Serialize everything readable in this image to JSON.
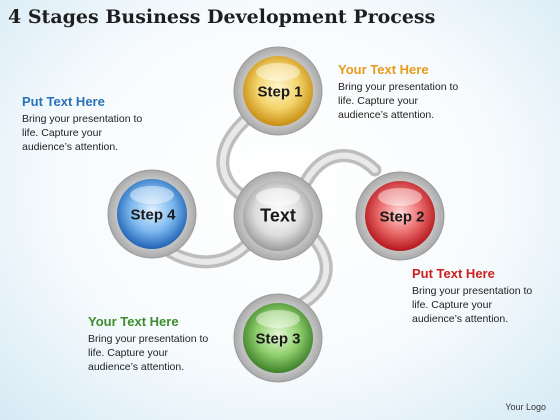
{
  "title": "4 Stages Business Development  Process",
  "center": {
    "label": "Text"
  },
  "steps": [
    {
      "label": "Step 1"
    },
    {
      "label": "Step 2"
    },
    {
      "label": "Step 3"
    },
    {
      "label": "Step 4"
    }
  ],
  "notes": [
    {
      "title": "Your Text Here",
      "body": "Bring your presentation to life. Capture your audience’s attention.",
      "color": "#e79b1a"
    },
    {
      "title": "Put Text Here",
      "body": "Bring your presentation to life. Capture your audience’s attention.",
      "color": "#cc2020"
    },
    {
      "title": "Your Text Here",
      "body": "Bring your presentation to life. Capture your audience’s attention.",
      "color": "#3d8c2f"
    },
    {
      "title": "Put Text Here",
      "body": "Bring your presentation to life. Capture your audience’s attention.",
      "color": "#2a72b8"
    }
  ],
  "colors": {
    "step1": "#e8b42c",
    "step2": "#d0262d",
    "step3": "#4c9a3a",
    "step4": "#2e7fd2",
    "center": "#9a9a9a",
    "connector": "#c9c9c9"
  },
  "footer": {
    "logo": "Your Logo"
  }
}
